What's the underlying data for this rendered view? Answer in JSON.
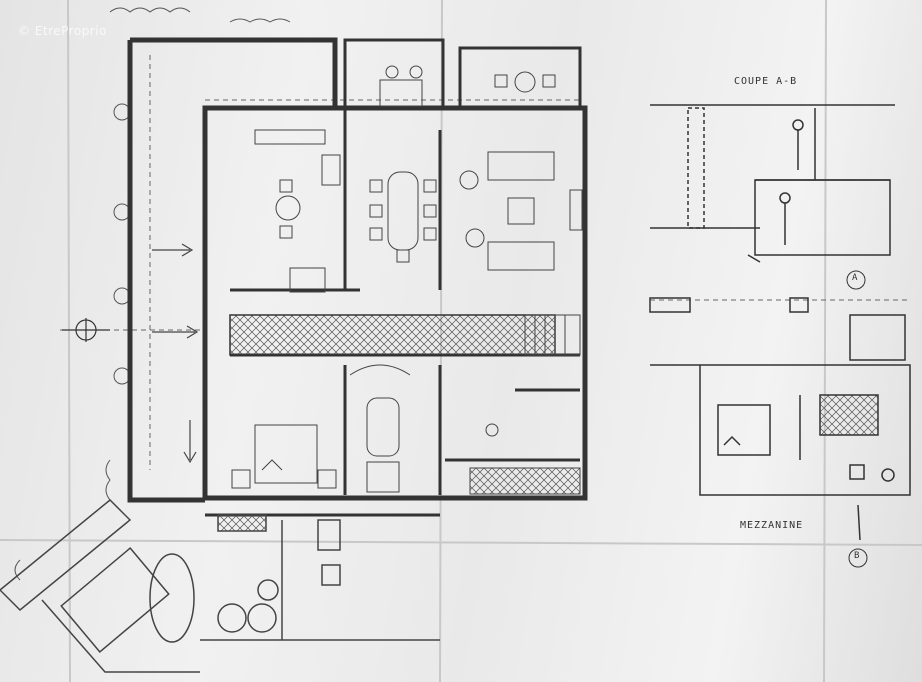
{
  "watermark": {
    "text": "© EtreProprio"
  },
  "drawing": {
    "section_label": "COUPE A-B",
    "mezzanine_label": "MEZZANINE",
    "marker_a": "A",
    "marker_b": "B"
  },
  "colors": {
    "ink": "#3a3a3a",
    "paper": "#ececec",
    "hatch": "#555555"
  }
}
